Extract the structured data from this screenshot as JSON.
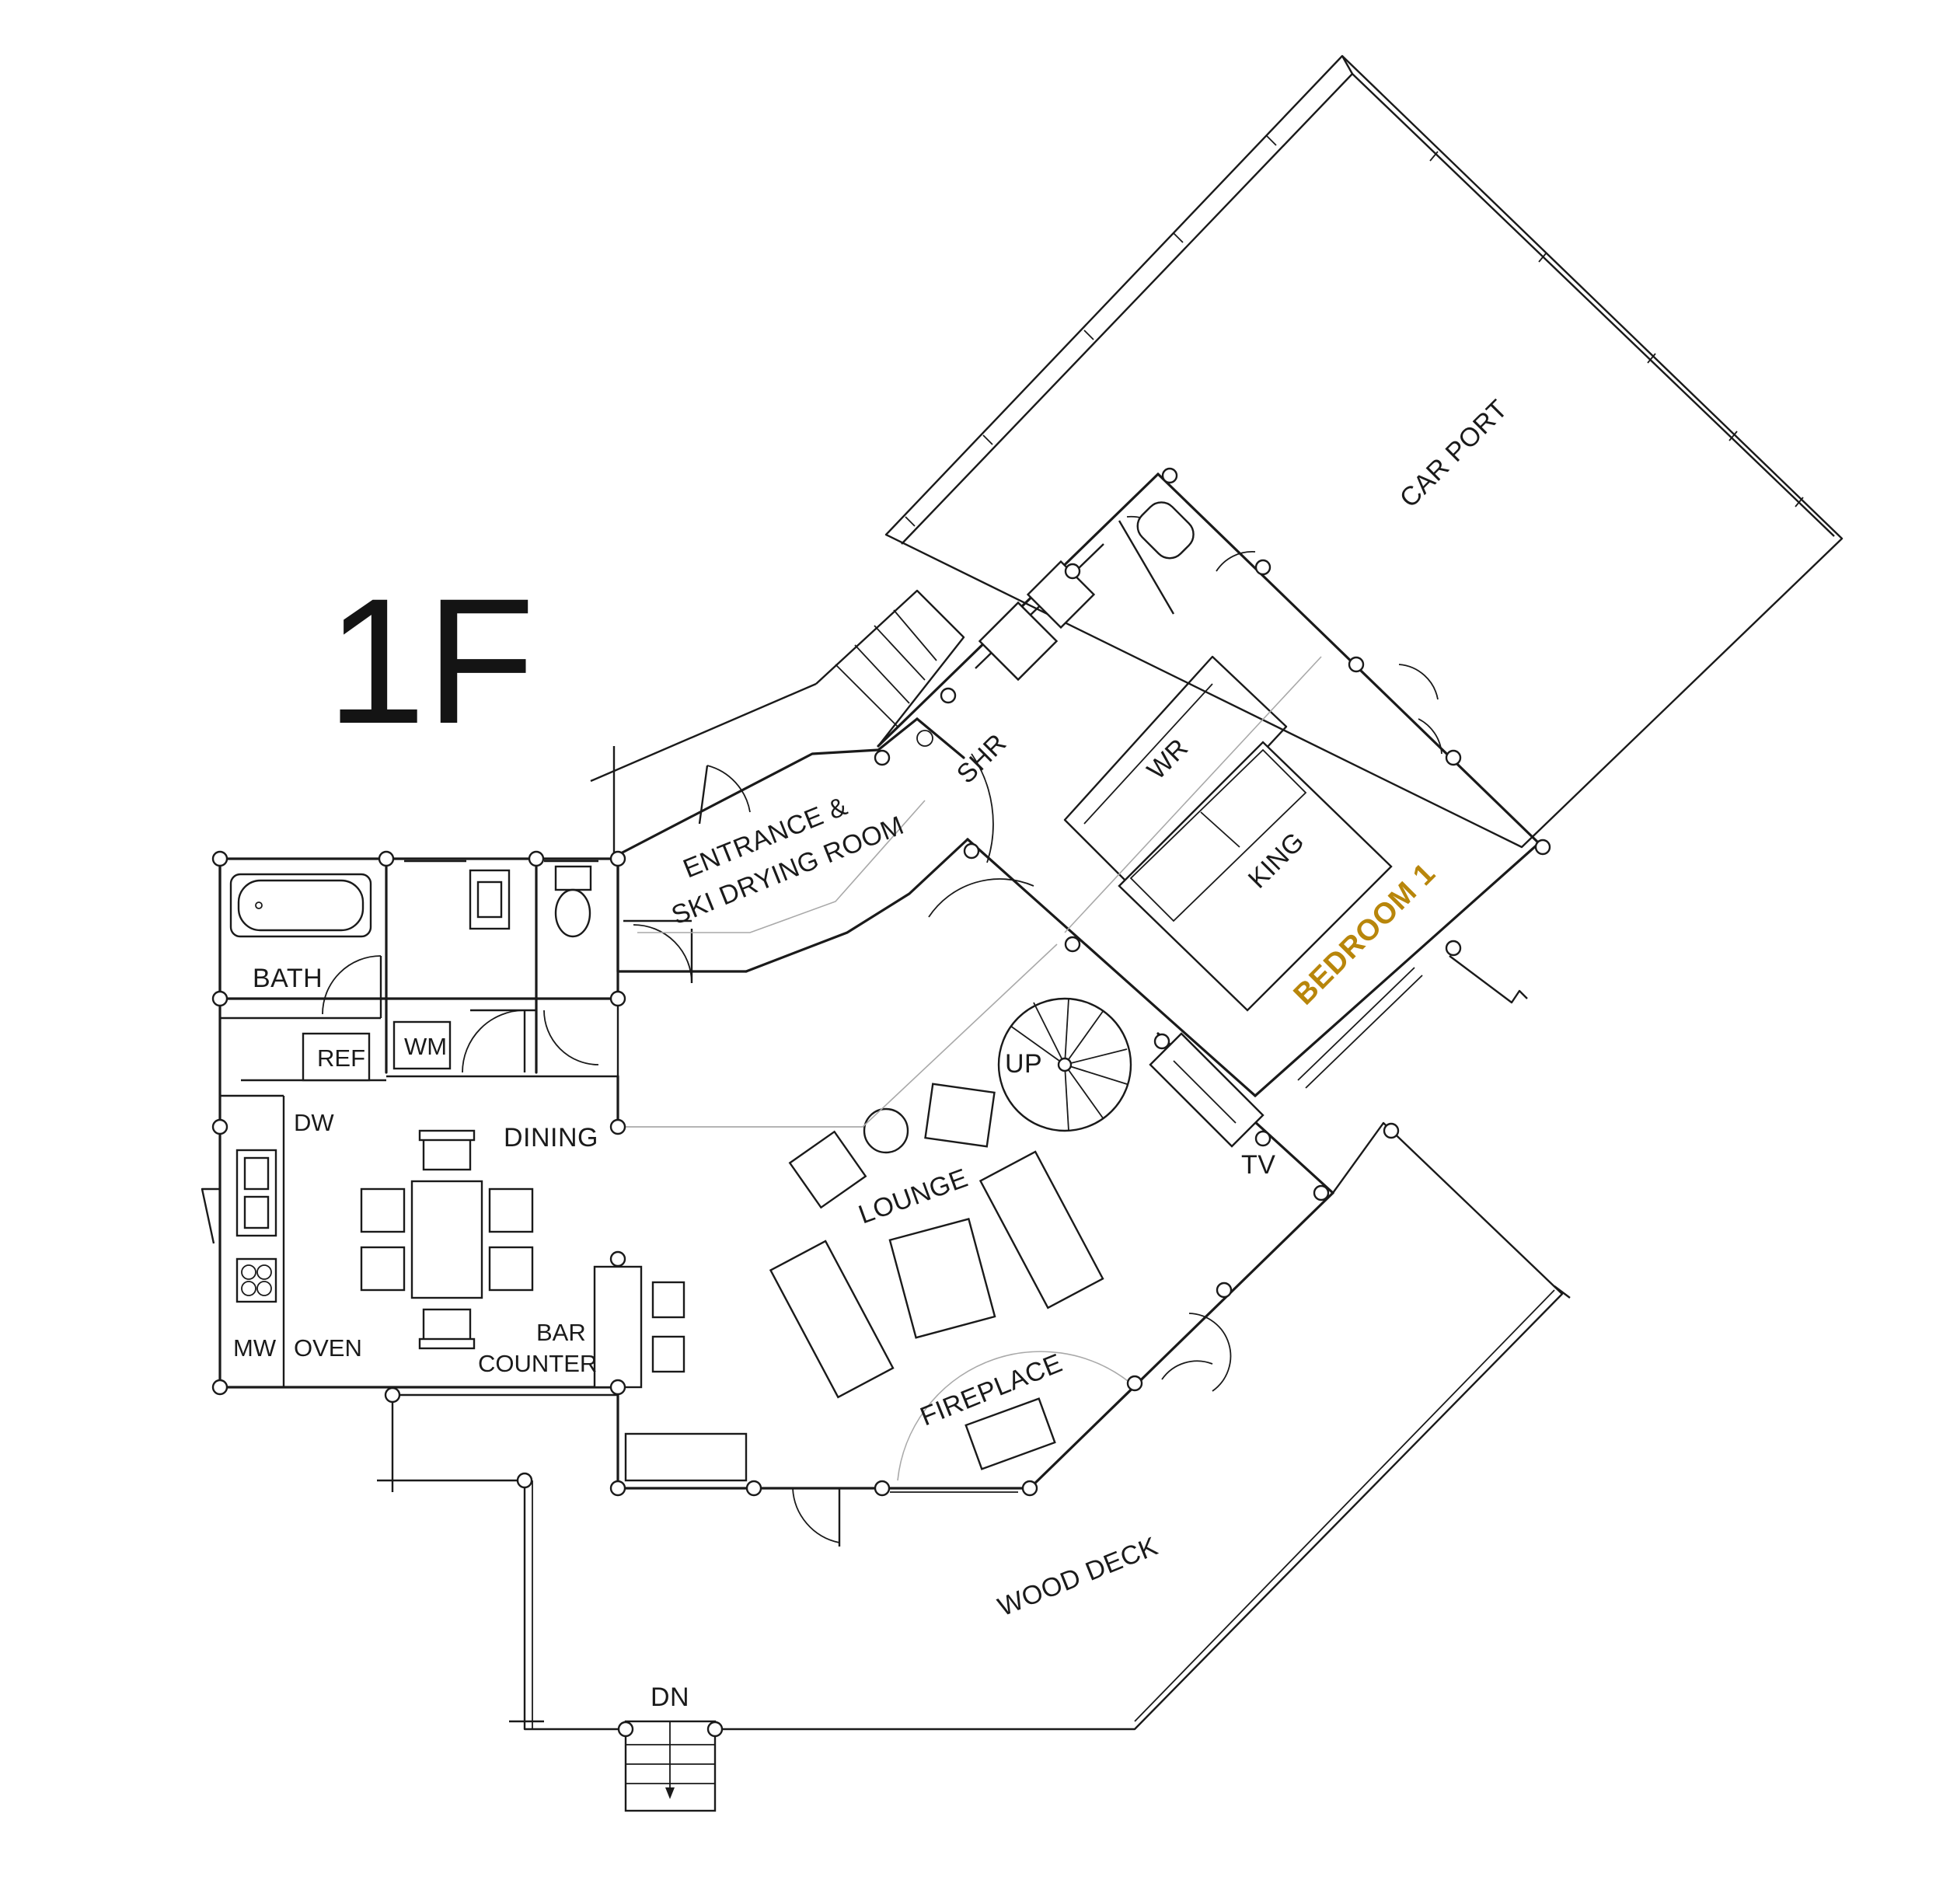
{
  "plan": {
    "floor": "1F",
    "accent_color": "#b8860b",
    "rooms": {
      "carport": "CAR PORT",
      "entrance_line1": "ENTRANCE &",
      "entrance_line2": "SKI DRYING ROOM",
      "shower": "SHR",
      "walk_in_robe": "WR",
      "king_bed": "KING",
      "bedroom1": "BEDROOM 1",
      "bath": "BATH",
      "washing_machine": "WM",
      "refrigerator": "REF",
      "dishwasher": "DW",
      "dining": "DINING",
      "up_stair": "UP",
      "tv": "TV",
      "lounge": "LOUNGE",
      "microwave": "MW",
      "oven": "OVEN",
      "bar_line1": "BAR",
      "bar_line2": "COUNTER",
      "fireplace": "FIREPLACE",
      "wood_deck": "WOOD DECK",
      "down_stair": "DN"
    }
  }
}
